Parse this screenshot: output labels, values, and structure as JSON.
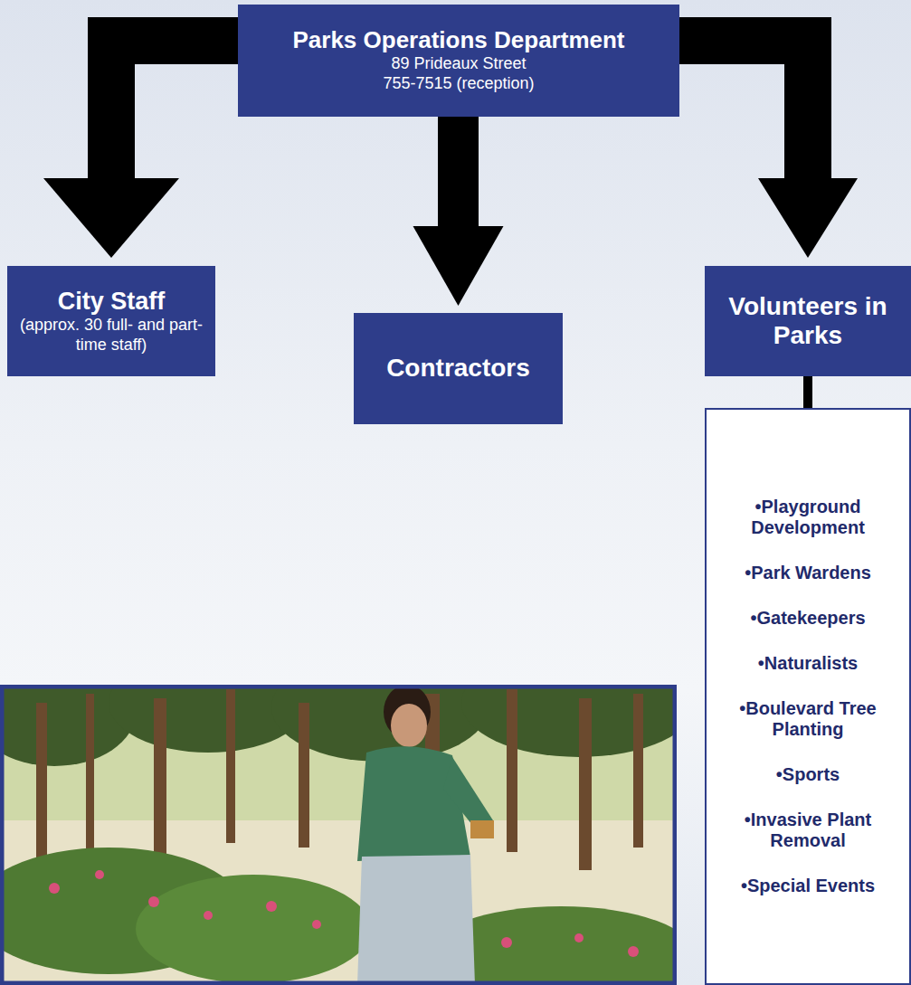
{
  "diagram": {
    "nodes": [
      {
        "text": [
          "Parks Operations Department",
          "89 Prideaux Street",
          "755-7515 (reception)"
        ]
      },
      {
        "text": [
          "City Staff",
          "(approx. 30 full- and part-time staff)"
        ]
      },
      {
        "text": [
          "Contractors"
        ]
      },
      {
        "text": [
          "Volunteers in Parks"
        ]
      },
      {
        "text": [
          "•Playground Development",
          "•Park Wardens",
          "•Gatekeepers",
          "•Naturalists",
          "•Boulevard Tree Planting",
          "•Sports",
          "•Invasive Plant Removal",
          "•Special Events"
        ]
      }
    ],
    "edges": [
      {
        "from": 0,
        "to": 1,
        "arrow": "to"
      },
      {
        "from": 0,
        "to": 2,
        "arrow": "to"
      },
      {
        "from": 0,
        "to": 3,
        "arrow": "to"
      },
      {
        "from": 3,
        "to": 4,
        "arrow": "none"
      }
    ]
  }
}
